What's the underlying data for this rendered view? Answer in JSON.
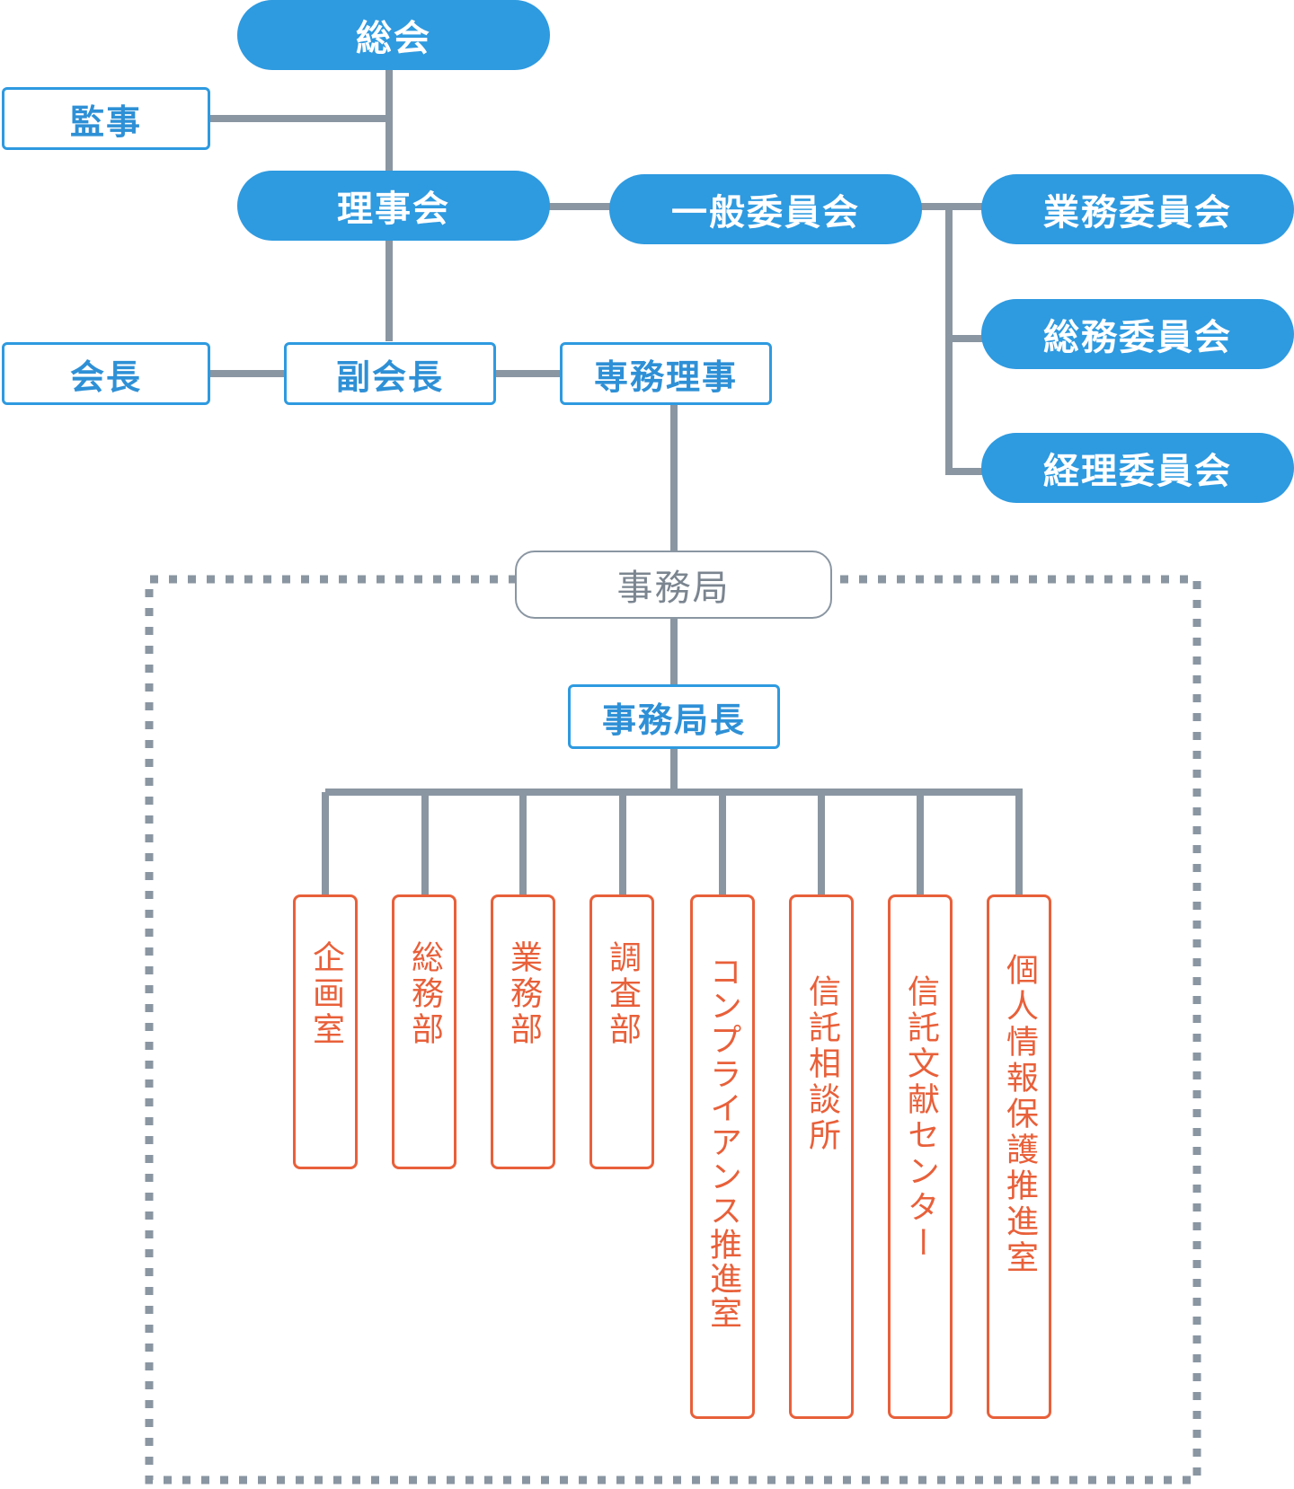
{
  "colors": {
    "accent": "#2e9ae0",
    "line": "#8a96a2",
    "department": "#e8603a"
  },
  "nodes": {
    "soukai": "総会",
    "kanji": "監事",
    "rijikai": "理事会",
    "ippan_iinkai": "一般委員会",
    "gyomu_iinkai": "業務委員会",
    "somu_iinkai": "総務委員会",
    "keiri_iinkai": "経理委員会",
    "kaicho": "会長",
    "fukukaicho": "副会長",
    "senmu_riji": "専務理事",
    "jimukyoku": "事務局",
    "jimukyokucho": "事務局長"
  },
  "departments": [
    "企画室",
    "総務部",
    "業務部",
    "調査部",
    "コンプライアンス推進室",
    "信託相談所",
    "信託文献センター",
    "個人情報保護推進室"
  ]
}
